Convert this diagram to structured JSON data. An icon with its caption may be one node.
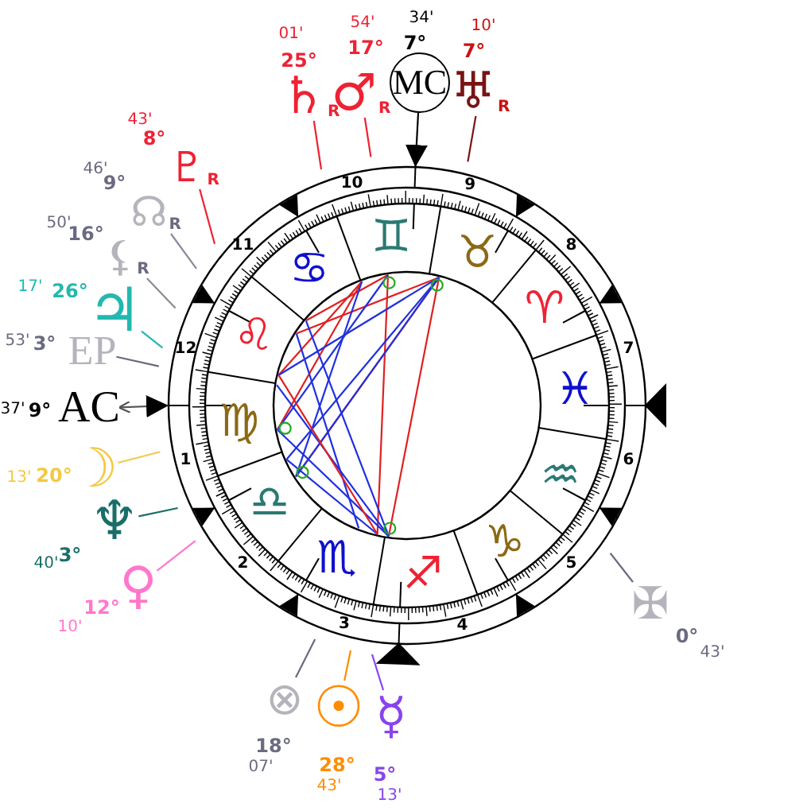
{
  "diagram": {
    "nodes": [
      {
        "text": [
          "♄",
          "R"
        ],
        "beside": [
          "25°",
          "01'"
        ]
      },
      {
        "text": [
          "♂",
          "R"
        ],
        "beside": [
          "17°",
          "54'"
        ]
      },
      {
        "text": [
          "MC"
        ],
        "beside": [
          "7°",
          "34'"
        ]
      },
      {
        "text": [
          "♅",
          "R"
        ],
        "beside": [
          "7°",
          "10'"
        ]
      },
      {
        "text": [
          "♇",
          "R"
        ],
        "beside": [
          "8°",
          "43'"
        ]
      },
      {
        "text": [
          "☊",
          "R"
        ],
        "beside": [
          "9°",
          "46'"
        ]
      },
      {
        "text": [
          "⚸",
          "R"
        ],
        "beside": [
          "16°",
          "50'"
        ]
      },
      {
        "text": [
          "♃"
        ],
        "beside": [
          "26°",
          "17'"
        ]
      },
      {
        "text": [
          "EP"
        ],
        "beside": [
          "3°",
          "53'"
        ]
      },
      {
        "text": [
          "AC"
        ],
        "beside": [
          "9°",
          "37'"
        ]
      },
      {
        "text": [
          "☽"
        ],
        "beside": [
          "20°",
          "13'"
        ]
      },
      {
        "text": [
          "♆"
        ],
        "beside": [
          "3°",
          "40'"
        ]
      },
      {
        "text": [
          "♀"
        ],
        "beside": [
          "12°",
          "10'"
        ]
      },
      {
        "text": [
          "⊗"
        ],
        "beside": [
          "18°",
          "07'"
        ]
      },
      {
        "text": [
          "☉"
        ],
        "beside": [
          "28°",
          "43'"
        ]
      },
      {
        "text": [
          "☿"
        ],
        "beside": [
          "5°",
          "13'"
        ]
      },
      {
        "text": [
          "✠"
        ],
        "beside": [
          "0°",
          "43'"
        ]
      }
    ],
    "edges": [
      {
        "from": 0,
        "to": null,
        "arrow": "none",
        "color": "#ee2233"
      },
      {
        "from": 1,
        "to": null,
        "arrow": "none",
        "color": "#ee2233"
      },
      {
        "from": 2,
        "to": null,
        "arrow": "to",
        "color": "#000000"
      },
      {
        "from": 3,
        "to": null,
        "arrow": "none",
        "color": "#7a1414"
      },
      {
        "from": 4,
        "to": null,
        "arrow": "none",
        "color": "#ee2233"
      },
      {
        "from": 5,
        "to": null,
        "arrow": "none",
        "color": "#8a8a9a"
      },
      {
        "from": 6,
        "to": null,
        "arrow": "none",
        "color": "#8a8a9a"
      },
      {
        "from": 7,
        "to": null,
        "arrow": "none",
        "color": "#22b8b0"
      },
      {
        "from": 8,
        "to": null,
        "arrow": "none",
        "color": "#6a6a80"
      },
      {
        "from": null,
        "to": 9,
        "arrow": "both",
        "color": "#555555"
      },
      {
        "from": 10,
        "to": null,
        "arrow": "none",
        "color": "#f2c94c"
      },
      {
        "from": 11,
        "to": null,
        "arrow": "none",
        "color": "#1a6e68"
      },
      {
        "from": 12,
        "to": null,
        "arrow": "none",
        "color": "#ff77cc"
      },
      {
        "from": 13,
        "to": null,
        "arrow": "none",
        "color": "#6a6a80"
      },
      {
        "from": 14,
        "to": null,
        "arrow": "none",
        "color": "#ff8c00"
      },
      {
        "from": 15,
        "to": null,
        "arrow": "none",
        "color": "#8844ee"
      },
      {
        "from": 16,
        "to": null,
        "arrow": "none",
        "color": "#6a6a80"
      }
    ],
    "labels": [
      "♈",
      "♉",
      "♊",
      "♋",
      "♌",
      "♍",
      "♎",
      "♏",
      "♐",
      "♑",
      "♒",
      "♓",
      "1",
      "2",
      "3",
      "4",
      "5",
      "6",
      "7",
      "8",
      "9",
      "10",
      "11",
      "12"
    ]
  }
}
